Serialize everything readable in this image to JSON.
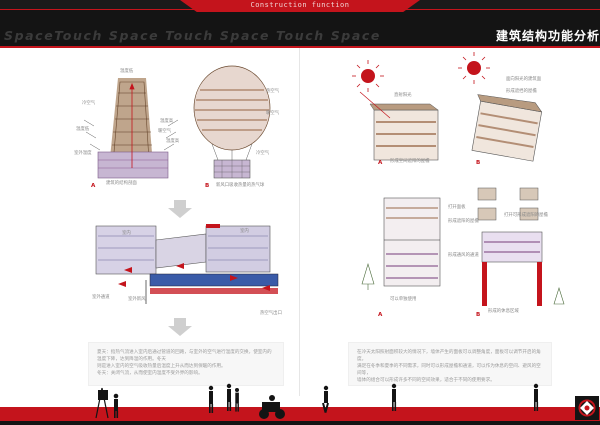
{
  "header": {
    "center_title": "Construction function",
    "marquee": "SpaceTouch Space Touch Space Touch Space",
    "headline": "建筑结构功能分析"
  },
  "left": {
    "sketch_a_label": "A",
    "sketch_b_label": "B",
    "sketch_a_notes": [
      "温度低",
      "冷空气",
      "暖空气",
      "温度高",
      "温度低",
      "温度高",
      "室外温度",
      "建筑的结构剖面"
    ],
    "sketch_b_notes": [
      "热空气",
      "暖空气",
      "冷空气",
      "新风口吸收热量的热气球"
    ],
    "section_notes": [
      "室内",
      "室内",
      "室外通道",
      "室外新风",
      "热空气出口"
    ],
    "text_lines": [
      "夏天：指热气流进入室内后通过管道的回路，与室外的空气进行温度的交换，使室内的温度下降，达到降温的作用。冬天",
      "则是进入室内的空气吸收热量后温度上升从而达到保暖的作用。",
      "冬天：关闭气流，从而使室内温度不受外界的影响。"
    ]
  },
  "right": {
    "sketch_a_label": "A",
    "sketch_b_label": "B",
    "sketch_a_notes": [
      "直射阳光",
      "形成空间遮阳的屋檐"
    ],
    "sketch_b_notes": [
      "面向阳光的建筑面",
      "形成遮挡的屋檐"
    ],
    "sketch_c_notes": [
      "打开面板",
      "形成遮阳的屋檐",
      "形成通风的通道",
      "可以单独使用"
    ],
    "sketch_d_notes": [
      "打开可形成遮阳的屋檐",
      "形成的休息区域"
    ],
    "text_lines": [
      "在冷天太阳照射面积较大的情况下，墙体产生的面板可以调整角度，面板可以调节开启的角度。",
      "满足在冬季和夏季的不同需求，同时可以形成屋檐和通道，可以作为休息的空间、避风的空间等，",
      "墙体的组合可以形成许多不同的空间效果，适合于不同的使用要求。"
    ]
  },
  "colors": {
    "accent": "#c4141c",
    "dark": "#141414",
    "sketch_purple": "#8b5a8f",
    "sketch_brown": "#8a5a2b"
  }
}
